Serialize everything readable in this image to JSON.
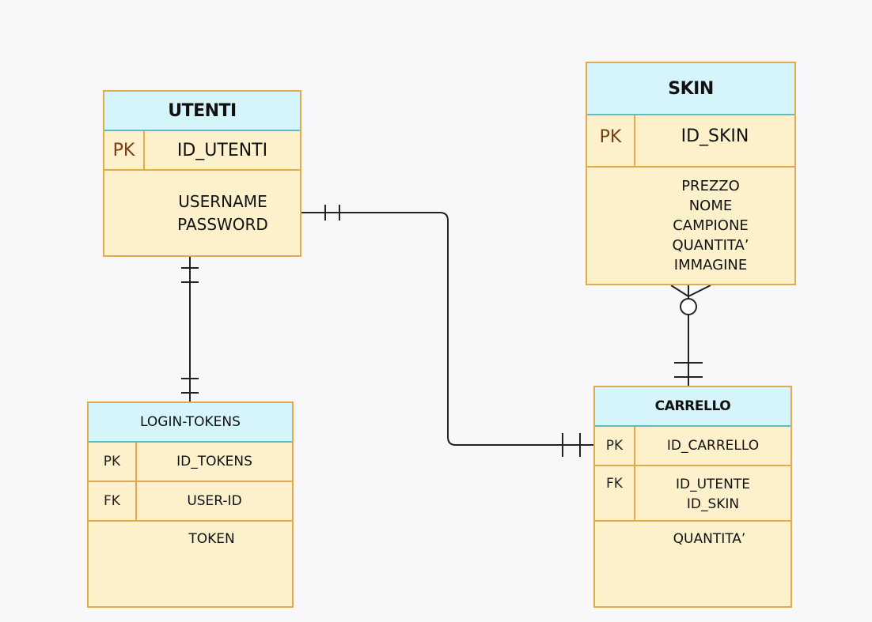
{
  "entities": {
    "utenti": {
      "title": "UTENTI",
      "pk_label": "PK",
      "pk_field": "ID_UTENTI",
      "attributes": [
        "USERNAME",
        "PASSWORD"
      ]
    },
    "skin": {
      "title": "SKIN",
      "pk_label": "PK",
      "pk_field": "ID_SKIN",
      "attributes": [
        "PREZZO",
        "NOME",
        "CAMPIONE",
        "QUANTITA’",
        "IMMAGINE"
      ]
    },
    "login_tokens": {
      "title": "LOGIN-TOKENS",
      "pk_label": "PK",
      "pk_field": "ID_TOKENS",
      "fk_label": "FK",
      "fk_fields": [
        "USER-ID"
      ],
      "attributes": [
        "TOKEN"
      ]
    },
    "carrello": {
      "title": "CARRELLO",
      "pk_label": "PK",
      "pk_field": "ID_CARRELLO",
      "fk_label": "FK",
      "fk_fields": [
        "ID_UTENTE",
        "ID_SKIN"
      ],
      "attributes": [
        "QUANTITA’"
      ]
    }
  },
  "relationships": [
    {
      "from": "UTENTI",
      "to": "LOGIN-TOKENS",
      "from_end": "one-and-only-one",
      "to_end": "one-and-only-one"
    },
    {
      "from": "UTENTI",
      "to": "CARRELLO",
      "from_end": "one-and-only-one",
      "to_end": "one-and-only-one"
    },
    {
      "from": "SKIN",
      "to": "CARRELLO",
      "from_end": "zero-or-many",
      "to_end": "one-and-only-one"
    }
  ],
  "colors": {
    "header_fill": "#d5f5fb",
    "header_border": "#5bbccc",
    "body_fill": "#fdf1cc",
    "body_border": "#e4a94b",
    "pk_text_large": "#7a3e14",
    "line": "#222222"
  }
}
